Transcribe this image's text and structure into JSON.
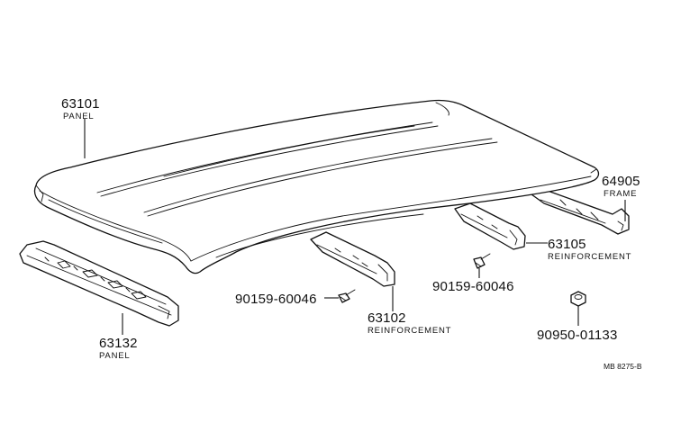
{
  "parts": [
    {
      "id": "panel-roof",
      "number": "63101",
      "name": "PANEL"
    },
    {
      "id": "frame-rear",
      "number": "64905",
      "name": "FRAME"
    },
    {
      "id": "reinforcement-rear",
      "number": "63105",
      "name": "REINFORCEMENT"
    },
    {
      "id": "reinforcement-center",
      "number": "63102",
      "name": "REINFORCEMENT"
    },
    {
      "id": "panel-front",
      "number": "63132",
      "name": "PANEL"
    },
    {
      "id": "screw-left",
      "number": "90159-60046",
      "name": ""
    },
    {
      "id": "screw-right",
      "number": "90159-60046",
      "name": ""
    },
    {
      "id": "nut",
      "number": "90950-01133",
      "name": ""
    }
  ],
  "diagram_ref": "MB 8275-B",
  "colors": {
    "ink": "#111111",
    "paper": "#ffffff"
  }
}
